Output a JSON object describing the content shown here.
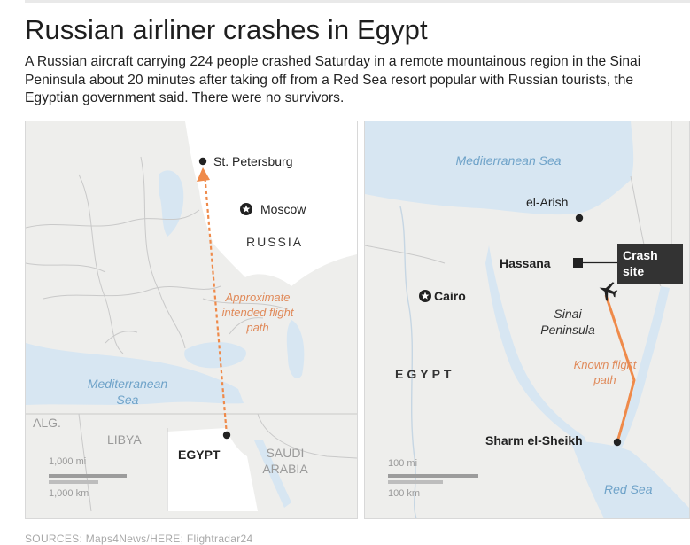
{
  "headline": "Russian airliner crashes in Egypt",
  "dek": "A Russian aircraft carrying 224 people crashed Saturday in a remote mountainous region in the Sinai Peninsula about 20 minutes after taking off from a Red Sea resort popular with Russian tourists, the Egyptian government said. There were no survivors.",
  "left_map": {
    "st_petersburg": "St. Petersburg",
    "moscow": "Moscow",
    "russia": "RUSSIA",
    "path_note": "Approximate intended flight path",
    "sea": "Mediterranean Sea",
    "alg": "ALG.",
    "libya": "LIBYA",
    "egypt": "EGYPT",
    "saudi": "SAUDI ARABIA",
    "scale_mi": "1,000 mi",
    "scale_km": "1,000 km"
  },
  "right_map": {
    "sea": "Mediterranean Sea",
    "el_arish": "el-Arish",
    "hassana": "Hassana",
    "crash_site": "Crash site",
    "cairo": "Cairo",
    "sinai": "Sinai Peninsula",
    "egypt": "EGYPT",
    "path_note": "Known flight path",
    "sharm": "Sharm el-Sheikh",
    "red_sea": "Red Sea",
    "scale_mi": "100 mi",
    "scale_km": "100 km"
  },
  "sources": "SOURCES: Maps4News/HERE; Flightradar24",
  "colors": {
    "land": "#eeeeec",
    "highlight_land": "#ffffff",
    "water": "#d7e6f2",
    "sea_label": "#6fa3c9",
    "flight_path": "#ef8a4a",
    "crash_box": "#333333"
  },
  "icons": [
    "capital-star-icon",
    "city-dot-icon",
    "airplane-icon",
    "crash-site-square-icon"
  ]
}
